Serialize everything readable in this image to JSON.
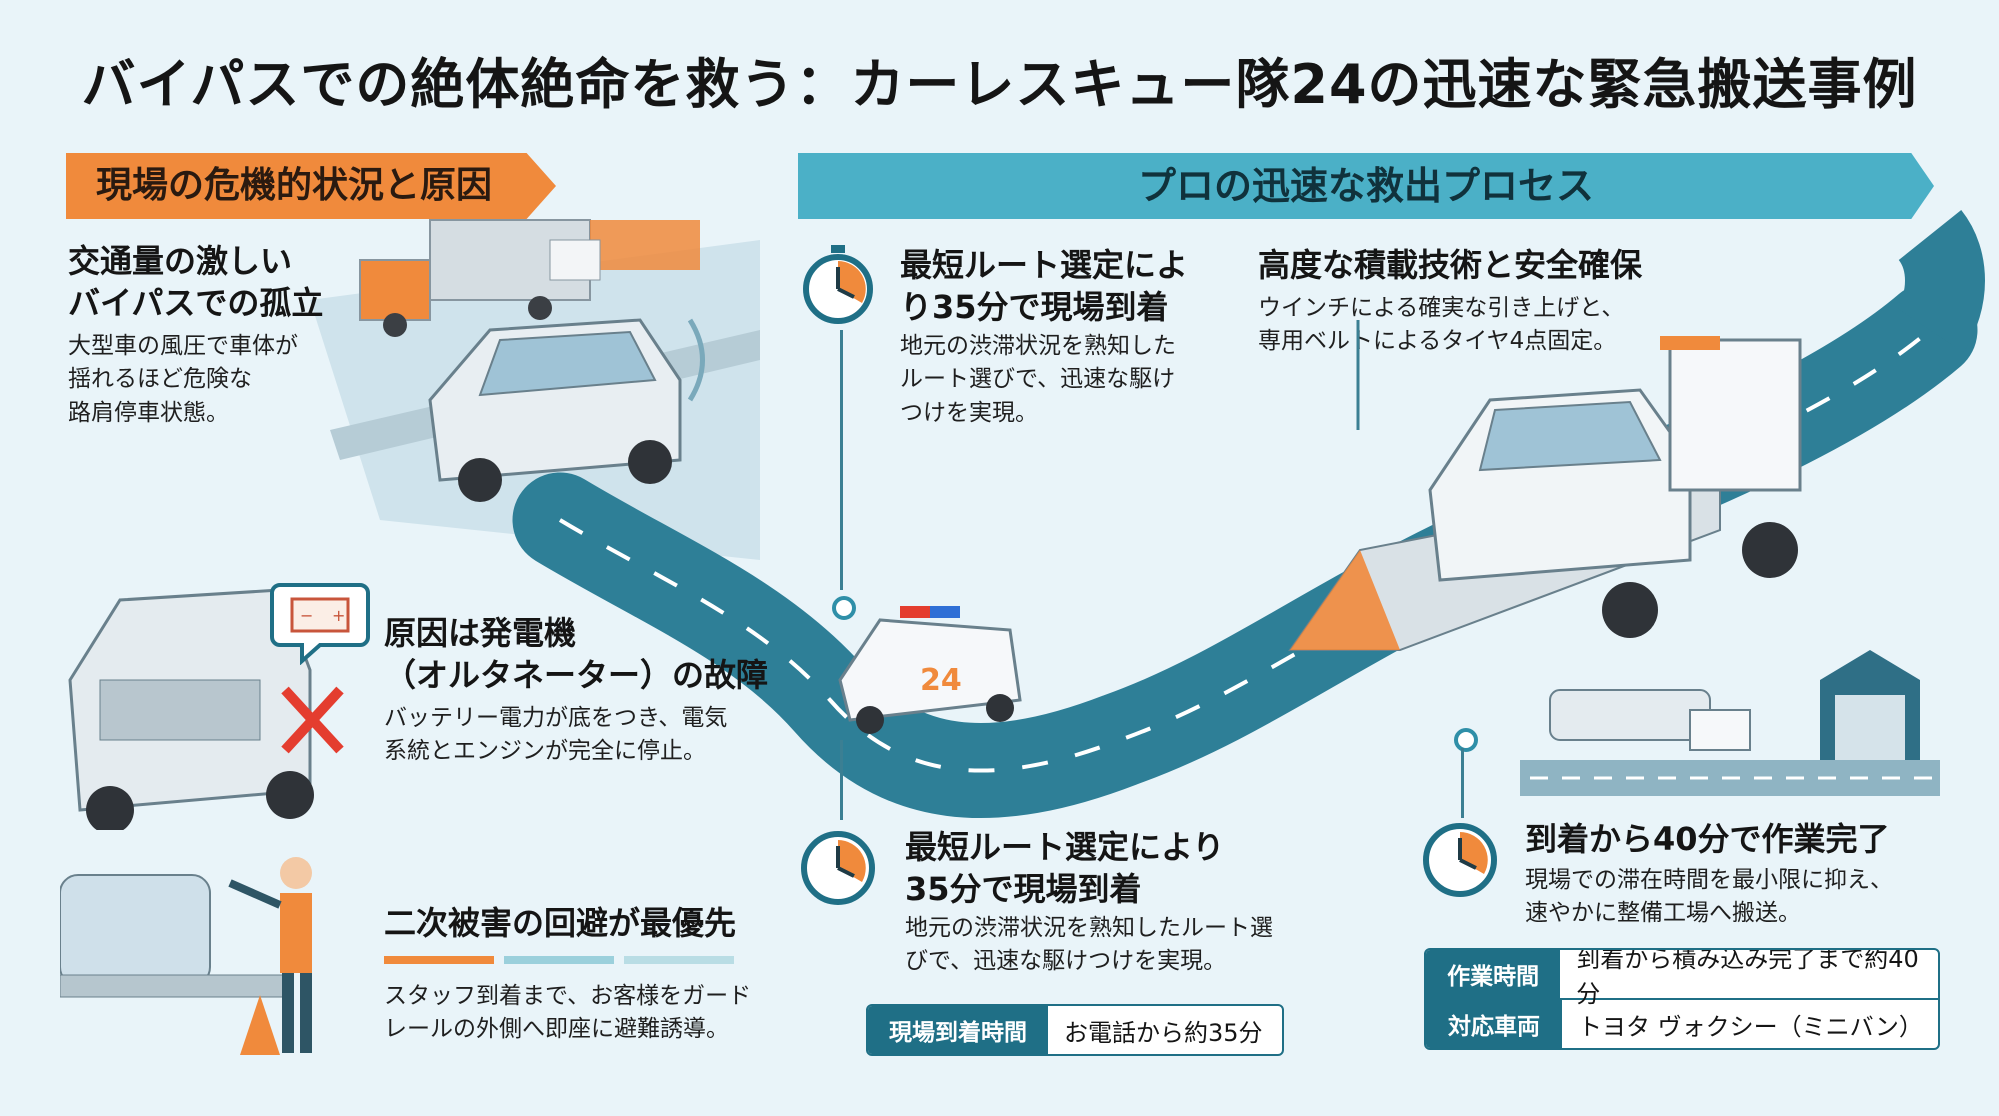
{
  "title": "バイパスでの絶体絶命を救う：カーレスキュー隊24の迅速な緊急搬送事例",
  "left_header": "現場の危機的状況と原因",
  "right_header": "プロの迅速な救出プロセス",
  "colors": {
    "accent_orange": "#f08a3c",
    "accent_teal": "#4bb0c7",
    "dark_teal": "#1f6f86",
    "road": "#2e7f97"
  },
  "situations": [
    {
      "heading": "交通量の激しい\nバイパスでの孤立",
      "body": "大型車の風圧で車体が\n揺れるほど危険な\n路肩停車状態。",
      "icon": "highway-van-illustration"
    },
    {
      "heading": "原因は発電機\n（オルタネーター）の故障",
      "body": "バッテリー電力が底をつき、電気\n系統とエンジンが完全に停止。",
      "icon": "battery-icon"
    },
    {
      "heading": "二次被害の回避が最優先",
      "body": "スタッフ到着まで、お客様をガード\nレールの外側へ即座に避難誘導。",
      "icon": "worker-illustration"
    }
  ],
  "process": {
    "step1": {
      "heading": "最短ルート選定によ\nり35分で現場到着",
      "body": "地元の渋滞状況を熟知した\nルート選びで、迅速な駆け\nつけを実現。",
      "icon": "stopwatch-icon"
    },
    "step2": {
      "heading": "高度な積載技術と安全確保",
      "body": "ウインチによる確実な引き上げと、\n専用ベルトによるタイヤ4点固定。"
    },
    "step3": {
      "heading": "最短ルート選定により\n35分で現場到着",
      "body": "地元の渋滞状況を熟知したルート選\nびで、迅速な駆けつけを実現。",
      "icon": "stopwatch-icon"
    },
    "step4": {
      "heading": "到着から40分で作業完了",
      "body": "現場での滞在時間を最小限に抑え、\n速やかに整備工場へ搬送。",
      "icon": "stopwatch-icon"
    }
  },
  "arrival_tag": {
    "label": "現場到着時間",
    "value": "お電話から約35分"
  },
  "summary_table": [
    {
      "label": "作業時間",
      "value": "到着から積み込み完了まで約40分"
    },
    {
      "label": "対応車両",
      "value": "トヨタ ヴォクシー（ミニバン）"
    }
  ],
  "vehicle_badge": "24"
}
